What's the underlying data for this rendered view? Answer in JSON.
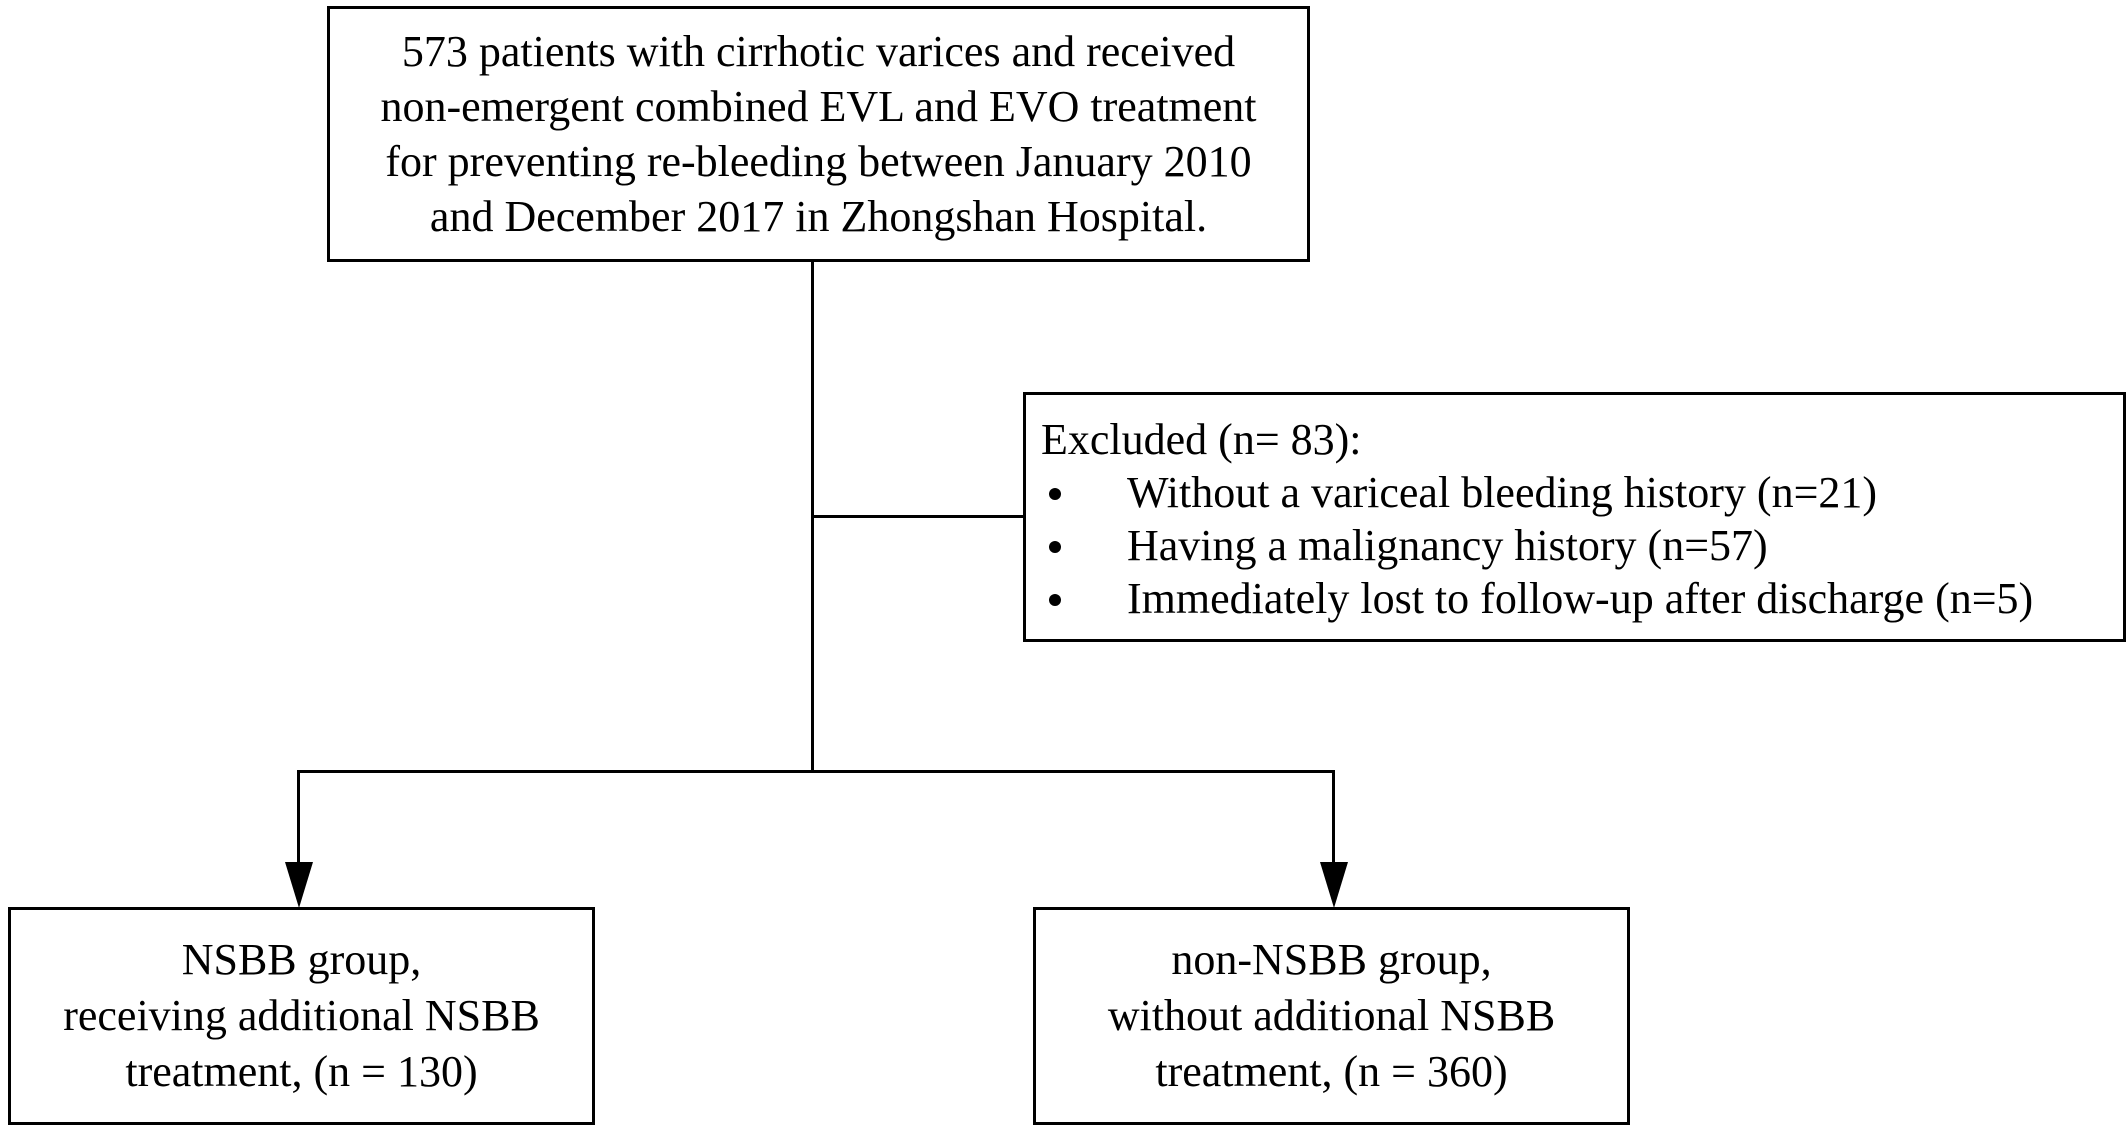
{
  "top_box": {
    "lines": [
      "573 patients with cirrhotic varices and received",
      "non-emergent combined EVL and EVO treatment",
      "for preventing re-bleeding between January 2010",
      "and December 2017 in Zhongshan Hospital."
    ]
  },
  "excluded_box": {
    "header": "Excluded (n= 83):",
    "items": [
      "Without a variceal bleeding history (n=21)",
      "Having a malignancy history (n=57)",
      "Immediately lost to follow-up after discharge (n=5)"
    ]
  },
  "nsbb_box": {
    "lines": [
      "NSBB group,",
      "receiving additional NSBB",
      "treatment, (n = 130)"
    ]
  },
  "non_nsbb_box": {
    "lines": [
      "non-NSBB group,",
      "without additional NSBB",
      "treatment, (n = 360)"
    ]
  }
}
